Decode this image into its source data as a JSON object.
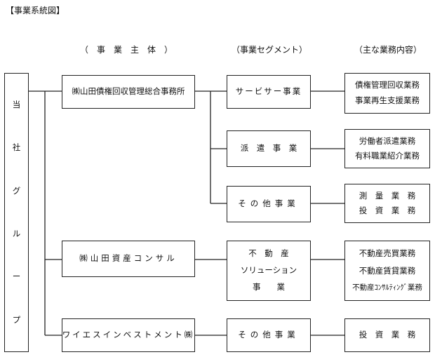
{
  "title": "【事業系統図】",
  "headers": {
    "entity": "（　事　業　主　体　）",
    "segment": "（事業セグメント）",
    "business": "（主な業務内容）"
  },
  "group": [
    "当",
    "社",
    "グ",
    "ル",
    "ー",
    "プ"
  ],
  "entities": {
    "e1": "㈱山田債権回収管理総合事務所",
    "e2": "㈱山田資産コンサル",
    "e3": "ワイエスインベストメント㈱"
  },
  "segments": {
    "s1": "サービサー事業",
    "s2": "派　遣　事　業",
    "s3": "その他事業",
    "s4": [
      "不　動　産",
      "ソリューション",
      "事　　業"
    ],
    "s5": "その他事業"
  },
  "businesses": {
    "b1": [
      "債権管理回収業務",
      "事業再生支援業務"
    ],
    "b2": [
      "労働者派遣業務",
      "有料職業紹介業務"
    ],
    "b3": [
      "測　量　業　務",
      "投　資　業　務"
    ],
    "b4": [
      "不動産売買業務",
      "不動産賃貸業務",
      "不動産ｺﾝｻﾙﾃｨﾝｸﾞ業務"
    ],
    "b5": "投　資　業　務"
  }
}
